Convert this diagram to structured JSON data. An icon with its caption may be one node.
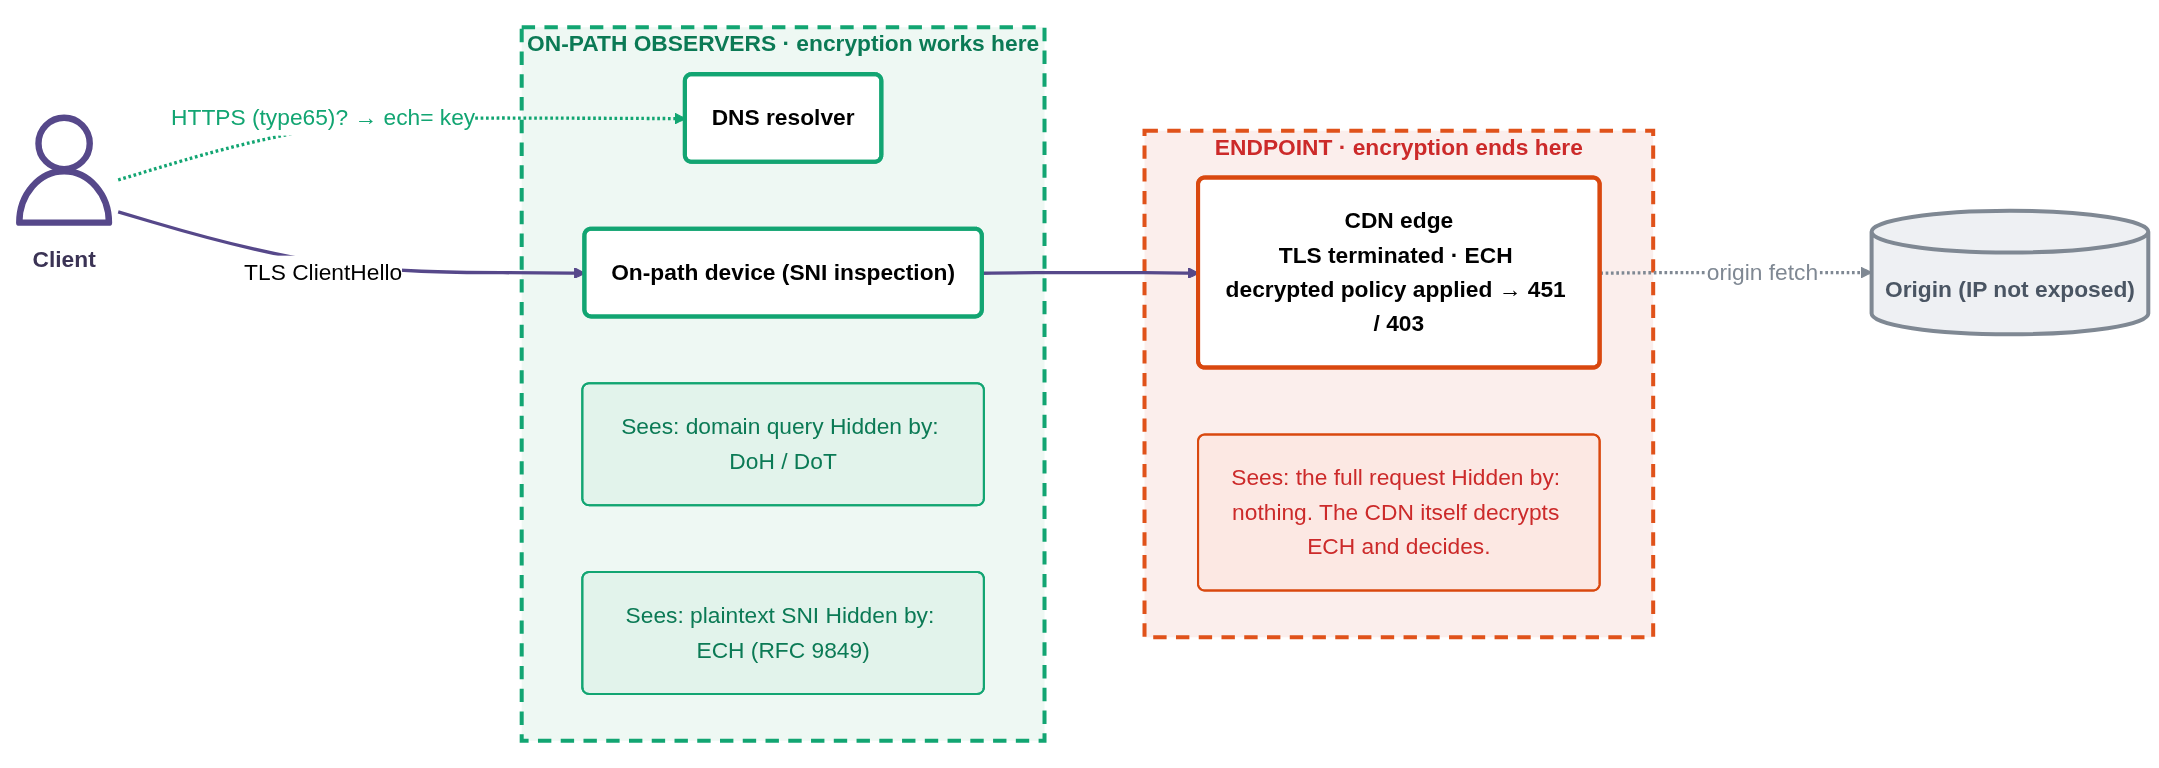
{
  "diagram": {
    "nodes": [
      {
        "text": [
          "Client"
        ]
      },
      {
        "text": [
          "ON-PATH OBSERVERS · encryption works here"
        ]
      },
      {
        "text": [
          "DNS resolver"
        ],
        "in": 1
      },
      {
        "text": [
          "On-path device (SNI inspection)"
        ],
        "in": 1
      },
      {
        "text": [
          "Sees: domain query Hidden by: DoH / DoT"
        ],
        "in": 1
      },
      {
        "text": [
          "Sees: plaintext SNI Hidden by: ECH (RFC 9849)"
        ],
        "in": 1
      },
      {
        "text": [
          "ENDPOINT · encryption ends here"
        ]
      },
      {
        "text": [
          "CDN edge",
          "TLS terminated · ECH decrypted policy applied → 451 / 403"
        ],
        "in": 6
      },
      {
        "text": [
          "Sees: the full request Hidden by: nothing. The CDN itself decrypts ECH and decides."
        ],
        "in": 6
      },
      {
        "text": [
          "Origin (IP not exposed)"
        ]
      }
    ],
    "edges": [
      {
        "from": 0,
        "to": 2,
        "arrow": "to",
        "label": "HTTPS (type65)? → ech= key",
        "style": "dashed",
        "color": "#12a572"
      },
      {
        "from": 0,
        "to": 3,
        "arrow": "to",
        "label": "TLS ClientHello"
      },
      {
        "from": 3,
        "to": 7,
        "arrow": "to"
      },
      {
        "from": 7,
        "to": 9,
        "arrow": "to",
        "label": "origin fetch",
        "style": "dashed",
        "color": "#7f8893"
      }
    ]
  }
}
